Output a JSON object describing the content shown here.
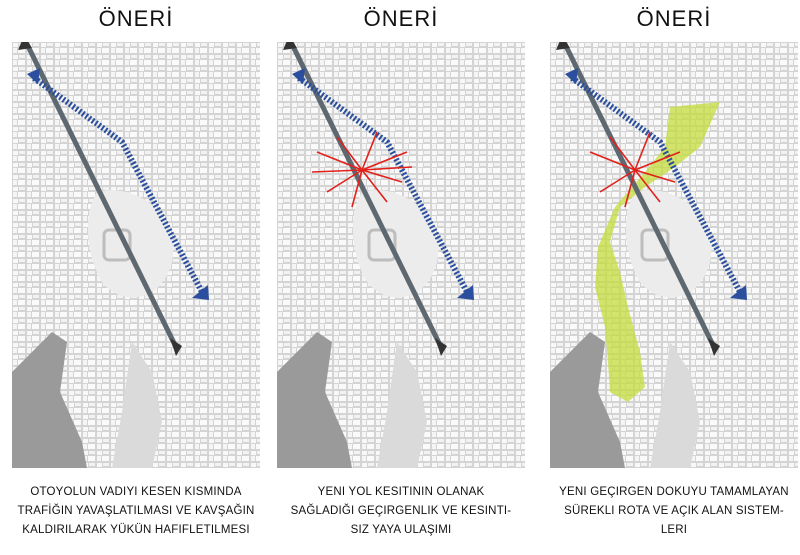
{
  "panels": [
    {
      "title": "ÖNERİ",
      "caption": [
        "OTOYOLUN VADIYI KESEN KISMINDA",
        "TRAFİĞIN YAVAŞLATILMASI VE KAVŞAĞIN",
        "KALDIRILARAK YÜKÜN HAFIFLETILMESI"
      ]
    },
    {
      "title": "ÖNERİ",
      "caption": [
        "YENI YOL KESITININ OLANAK",
        "SAĞLADIĞI GEÇIRGENLIK VE KESINTI-",
        "SIZ YAYA ULAŞIMI"
      ]
    },
    {
      "title": "ÖNERİ",
      "caption": [
        "YENI GEÇIRGEN DOKUYU TAMAMLAYAN",
        "SÜREKLI ROTA VE AÇIK ALAN SISTEM-",
        "LERI"
      ]
    }
  ],
  "colors": {
    "map_background": "#e6e6e6",
    "buildings": "#f8f8f8",
    "sea": "#9a9a9a",
    "highway": "#5d6870",
    "blue_route": "#2b4f9e",
    "red_arrows": "#e1211b",
    "green_corridor": "#c5dc3c"
  }
}
